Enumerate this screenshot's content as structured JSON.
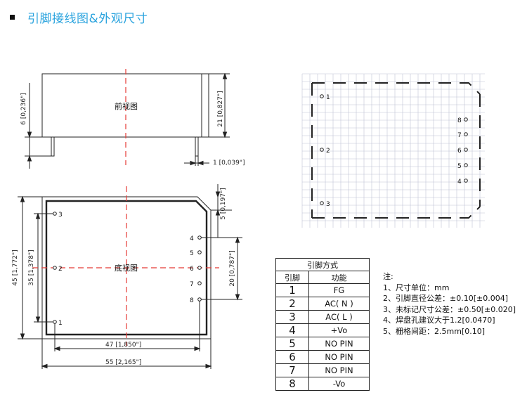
{
  "header": {
    "title": "引脚接线图&外观尺寸"
  },
  "front_view": {
    "label": "前视图",
    "dim_height_left": "6 [0,236\"]",
    "dim_height_right": "21 [0,827\"]",
    "dim_pin_width": "1 [0,039\"]"
  },
  "bottom_view": {
    "label": "底视图",
    "dim_width_inner": "47 [1,850\"]",
    "dim_width_outer": "55 [2,165\"]",
    "dim_height_outer": "45 [1,772\"]",
    "dim_height_inner": "35 [1,378\"]",
    "dim_top_offset": "5 [0,197\"]",
    "dim_right_pitch": "20 [0,787\"]",
    "pins_left": [
      "3",
      "2",
      "1"
    ],
    "pins_right": [
      "4",
      "5",
      "6",
      "7",
      "8"
    ]
  },
  "grid_view": {
    "pins_left": [
      "1",
      "2",
      "3"
    ],
    "pins_right": [
      "8",
      "7",
      "6",
      "5",
      "4"
    ]
  },
  "pin_table": {
    "title": "引脚方式",
    "headers": [
      "引脚",
      "功能"
    ],
    "rows": [
      {
        "pin": "1",
        "func": "FG"
      },
      {
        "pin": "2",
        "func": "AC( N )"
      },
      {
        "pin": "3",
        "func": "AC( L )"
      },
      {
        "pin": "4",
        "func": "+Vo"
      },
      {
        "pin": "5",
        "func": "NO PIN"
      },
      {
        "pin": "6",
        "func": "NO PIN"
      },
      {
        "pin": "7",
        "func": "NO PIN"
      },
      {
        "pin": "8",
        "func": "-Vo"
      }
    ]
  },
  "notes": {
    "title": "注:",
    "items": [
      "1、尺寸单位：mm",
      "2、引脚直径公差：±0.10[±0.004]",
      "3、未标记尺寸公差：±0.50[±0.020]",
      "4、焊盘孔建议大于1.2[0.0470]",
      "5、栅格间距：2.5mm[0.10]"
    ]
  },
  "colors": {
    "accent": "#2aa3de",
    "centerline": "#e53935",
    "grid": "#bfc3d6"
  }
}
